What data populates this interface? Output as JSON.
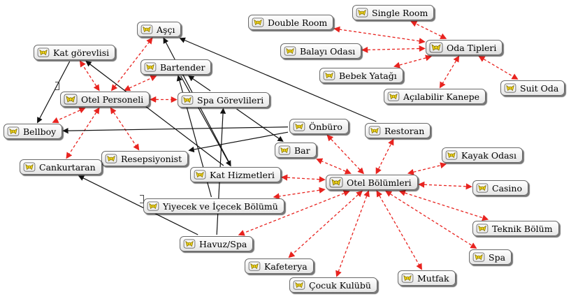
{
  "nodes": [
    {
      "id": "asci",
      "label": "Aşçı",
      "hub": false
    },
    {
      "id": "kat_gorevlisi",
      "label": "Kat görevlisi",
      "hub": false
    },
    {
      "id": "bartender",
      "label": "Bartender",
      "hub": false
    },
    {
      "id": "otel_personeli",
      "label": "Otel Personeli",
      "hub": true
    },
    {
      "id": "spa_gorevlileri",
      "label": "Spa Görevlileri",
      "hub": false
    },
    {
      "id": "bellboy",
      "label": "Bellboy",
      "hub": false
    },
    {
      "id": "onburo",
      "label": "Önbüro",
      "hub": false
    },
    {
      "id": "restoran",
      "label": "Restoran",
      "hub": false
    },
    {
      "id": "bar",
      "label": "Bar",
      "hub": false
    },
    {
      "id": "resepsiyonist",
      "label": "Resepsiyonist",
      "hub": false
    },
    {
      "id": "cankurtaran",
      "label": "Cankurtaran",
      "hub": false
    },
    {
      "id": "kat_hizmetleri",
      "label": "Kat Hizmetleri",
      "hub": false
    },
    {
      "id": "otel_bolumleri",
      "label": "Otel Bölümleri",
      "hub": true
    },
    {
      "id": "yiyecek_icecek",
      "label": "Yiyecek ve İçecek Bölümü",
      "hub": false
    },
    {
      "id": "havuz_spa",
      "label": "Havuz/Spa",
      "hub": false
    },
    {
      "id": "kafeterya",
      "label": "Kafeterya",
      "hub": false
    },
    {
      "id": "cocuk_kulubu",
      "label": "Çocuk Kulübü",
      "hub": false
    },
    {
      "id": "mutfak",
      "label": "Mutfak",
      "hub": false
    },
    {
      "id": "spa",
      "label": "Spa",
      "hub": false
    },
    {
      "id": "teknik_bolum",
      "label": "Teknik Bölüm",
      "hub": false
    },
    {
      "id": "casino",
      "label": "Casino",
      "hub": false
    },
    {
      "id": "kayak_odasi",
      "label": "Kayak Odası",
      "hub": false
    },
    {
      "id": "single_room",
      "label": "Single Room",
      "hub": false
    },
    {
      "id": "double_room",
      "label": "Double Room",
      "hub": false
    },
    {
      "id": "oda_tipleri",
      "label": "Oda Tipleri",
      "hub": true
    },
    {
      "id": "balayi_odasi",
      "label": "Balayı Odası",
      "hub": false
    },
    {
      "id": "bebek_yatagi",
      "label": "Bebek Yatağı",
      "hub": false
    },
    {
      "id": "acilabilir_kanepe",
      "label": "Açılabilir Kanepe",
      "hub": false
    },
    {
      "id": "suit_oda",
      "label": "Suit Oda",
      "hub": false
    }
  ],
  "edges": [
    {
      "from": "oda_tipleri",
      "to": "single_room",
      "type": "hierarchy"
    },
    {
      "from": "oda_tipleri",
      "to": "double_room",
      "type": "hierarchy"
    },
    {
      "from": "oda_tipleri",
      "to": "balayi_odasi",
      "type": "hierarchy"
    },
    {
      "from": "oda_tipleri",
      "to": "bebek_yatagi",
      "type": "hierarchy"
    },
    {
      "from": "oda_tipleri",
      "to": "acilabilir_kanepe",
      "type": "hierarchy"
    },
    {
      "from": "oda_tipleri",
      "to": "suit_oda",
      "type": "hierarchy"
    },
    {
      "from": "otel_personeli",
      "to": "asci",
      "type": "hierarchy"
    },
    {
      "from": "otel_personeli",
      "to": "kat_gorevlisi",
      "type": "hierarchy"
    },
    {
      "from": "otel_personeli",
      "to": "bartender",
      "type": "hierarchy"
    },
    {
      "from": "otel_personeli",
      "to": "spa_gorevlileri",
      "type": "hierarchy"
    },
    {
      "from": "otel_personeli",
      "to": "bellboy",
      "type": "hierarchy"
    },
    {
      "from": "otel_personeli",
      "to": "resepsiyonist",
      "type": "hierarchy"
    },
    {
      "from": "otel_personeli",
      "to": "cankurtaran",
      "type": "hierarchy"
    },
    {
      "from": "otel_bolumleri",
      "to": "onburo",
      "type": "hierarchy"
    },
    {
      "from": "otel_bolumleri",
      "to": "restoran",
      "type": "hierarchy"
    },
    {
      "from": "otel_bolumleri",
      "to": "bar",
      "type": "hierarchy"
    },
    {
      "from": "otel_bolumleri",
      "to": "kat_hizmetleri",
      "type": "hierarchy"
    },
    {
      "from": "otel_bolumleri",
      "to": "yiyecek_icecek",
      "type": "hierarchy"
    },
    {
      "from": "otel_bolumleri",
      "to": "havuz_spa",
      "type": "hierarchy"
    },
    {
      "from": "otel_bolumleri",
      "to": "kafeterya",
      "type": "hierarchy"
    },
    {
      "from": "otel_bolumleri",
      "to": "cocuk_kulubu",
      "type": "hierarchy"
    },
    {
      "from": "otel_bolumleri",
      "to": "mutfak",
      "type": "hierarchy"
    },
    {
      "from": "otel_bolumleri",
      "to": "spa",
      "type": "hierarchy"
    },
    {
      "from": "otel_bolumleri",
      "to": "teknik_bolum",
      "type": "hierarchy"
    },
    {
      "from": "otel_bolumleri",
      "to": "casino",
      "type": "hierarchy"
    },
    {
      "from": "otel_bolumleri",
      "to": "kayak_odasi",
      "type": "hierarchy"
    },
    {
      "from": "kat_gorevlisi",
      "to": "bellboy",
      "type": "relation"
    },
    {
      "from": "kat_hizmetleri",
      "to": "kat_gorevlisi",
      "type": "relation"
    },
    {
      "from": "bartender",
      "to": "kat_hizmetleri",
      "type": "relation"
    },
    {
      "from": "restoran",
      "to": "asci",
      "type": "relation"
    },
    {
      "from": "kat_hizmetleri",
      "to": "asci",
      "type": "relation"
    },
    {
      "from": "onburo",
      "to": "bellboy",
      "type": "relation"
    },
    {
      "from": "onburo",
      "to": "resepsiyonist",
      "type": "relation"
    },
    {
      "from": "spa_gorevlileri",
      "to": "bartender",
      "type": "relation"
    },
    {
      "from": "spa_gorevlileri",
      "to": "bar",
      "type": "relation"
    },
    {
      "from": "havuz_spa",
      "to": "spa_gorevlileri",
      "type": "relation"
    },
    {
      "from": "havuz_spa",
      "to": "cankurtaran",
      "type": "relation"
    },
    {
      "from": "yiyecek_icecek",
      "to": "bartender",
      "type": "relation"
    }
  ],
  "colors": {
    "hierarchy": "#e8231f",
    "relation": "#111111",
    "node_border": "#6a6a6a",
    "icon_fill": "#f2d51d"
  }
}
